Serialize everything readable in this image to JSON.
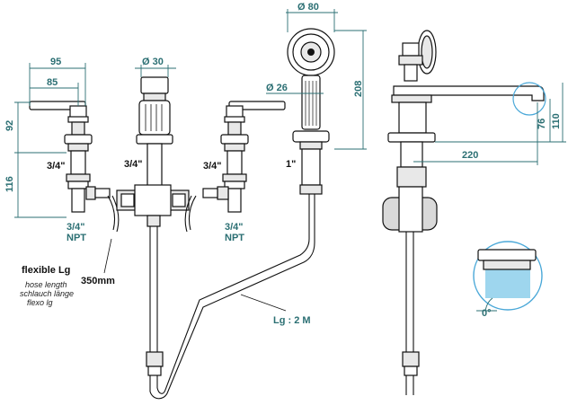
{
  "dimensions": {
    "d95": "95",
    "d85": "85",
    "d92": "92",
    "d116": "116",
    "dia30": "Ø 30",
    "dia26": "Ø 26",
    "dia80": "Ø 80",
    "d208": "208",
    "d76": "76",
    "d110": "110",
    "d220": "220"
  },
  "labels": {
    "thread_left": "3/4\"",
    "thread_center": "3/4\"",
    "thread_right": "3/4\"",
    "thread_shower": "1\"",
    "npt_left_1": "3/4\"",
    "npt_left_2": "NPT",
    "npt_right_1": "3/4\"",
    "npt_right_2": "NPT",
    "hose_len": "350mm",
    "lg": "Lg : 2 M",
    "flex_title": "flexible Lg",
    "flex_en": "hose length",
    "flex_de": "schlauch länge",
    "flex_es": "flexo lg",
    "angle": "0°"
  },
  "colors": {
    "dimension": "#2b6f73",
    "outline": "#111111",
    "highlight": "#7ec8e8"
  }
}
